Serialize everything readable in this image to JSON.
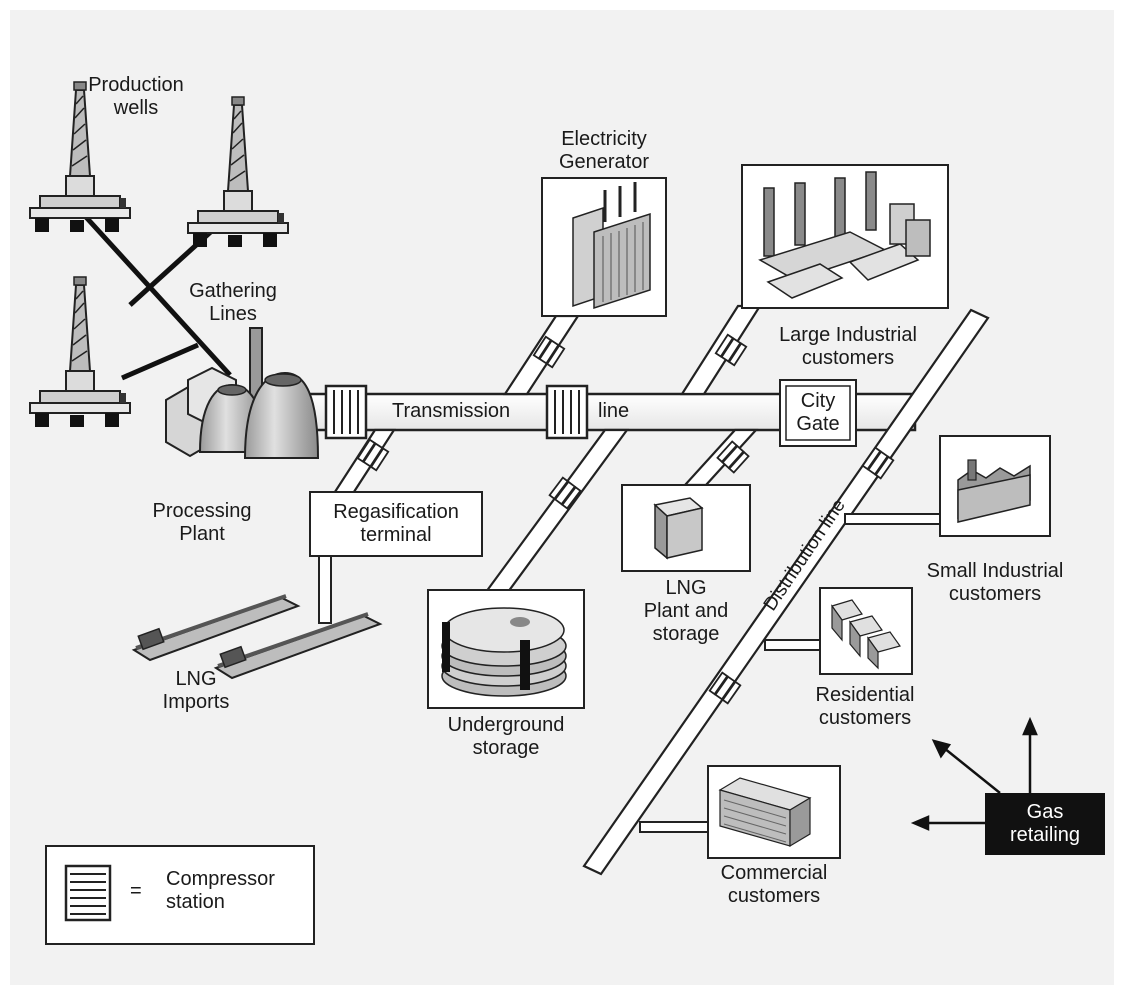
{
  "labels": {
    "production_wells": "Production\nwells",
    "gathering_lines": "Gathering\nLines",
    "processing_plant": "Processing\nPlant",
    "lng_imports": "LNG\nImports",
    "regasification_terminal": "Regasification\nterminal",
    "transmission": "Transmission",
    "line": "line",
    "electricity_generator": "Electricity\nGenerator",
    "large_industrial": "Large Industrial\ncustomers",
    "city_gate": "City\nGate",
    "distribution_line": "Distribution line",
    "lng_plant": "LNG\nPlant and\nstorage",
    "underground_storage": "Underground\nstorage",
    "small_industrial": "Small Industrial\ncustomers",
    "residential": "Residential\ncustomers",
    "commercial": "Commercial\ncustomers",
    "gas_retailing": "Gas\nretailing"
  },
  "legend": {
    "equals": "=",
    "text": "Compressor\nstation"
  },
  "colors": {
    "background": "#f2f2f2",
    "line": "#1a1a1a",
    "retail_box": "#111111",
    "equipment": "#bdbdbd"
  }
}
